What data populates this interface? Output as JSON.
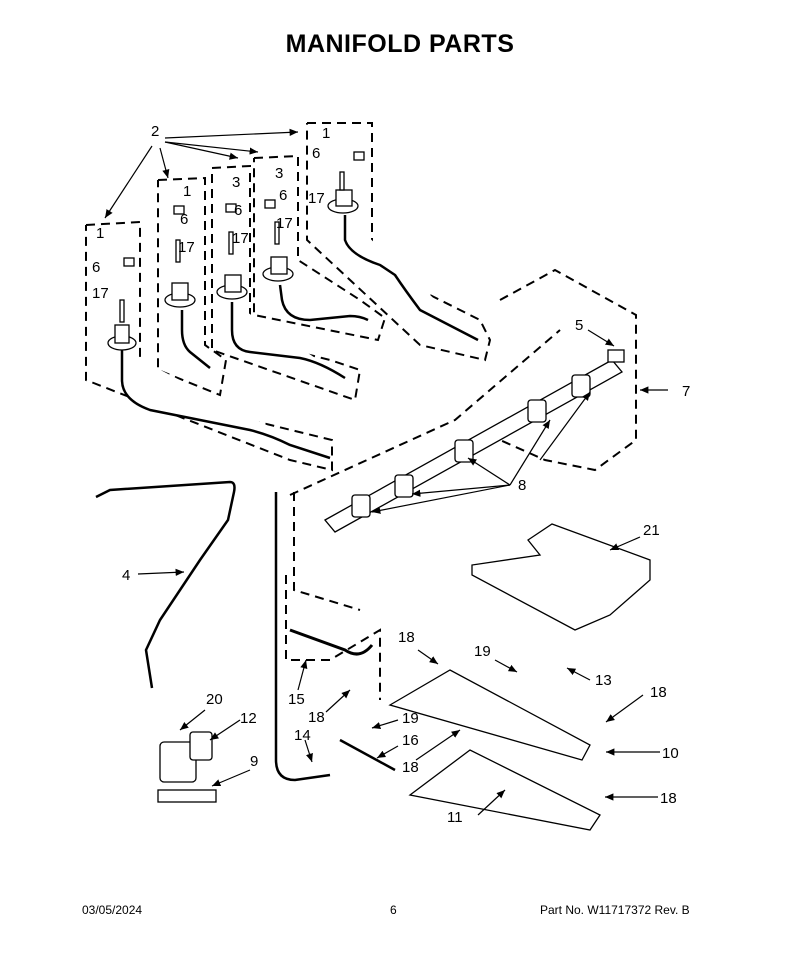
{
  "page": {
    "title": "MANIFOLD PARTS"
  },
  "footer": {
    "date": "03/05/2024",
    "page_number": "6",
    "part_number": "Part No.  W11717372  Rev.  B"
  },
  "callouts": [
    {
      "id": "c2",
      "label": "2"
    },
    {
      "id": "c1a",
      "label": "1"
    },
    {
      "id": "c6a",
      "label": "6"
    },
    {
      "id": "c17a",
      "label": "17"
    },
    {
      "id": "c1b",
      "label": "1"
    },
    {
      "id": "c6b",
      "label": "6"
    },
    {
      "id": "c17b",
      "label": "17"
    },
    {
      "id": "c3a",
      "label": "3"
    },
    {
      "id": "c6c",
      "label": "6"
    },
    {
      "id": "c17c",
      "label": "17"
    },
    {
      "id": "c3b",
      "label": "3"
    },
    {
      "id": "c6d",
      "label": "6"
    },
    {
      "id": "c17d",
      "label": "17"
    },
    {
      "id": "c1c",
      "label": "1"
    },
    {
      "id": "c6e",
      "label": "6"
    },
    {
      "id": "c17e",
      "label": "17"
    },
    {
      "id": "c5",
      "label": "5"
    },
    {
      "id": "c7",
      "label": "7"
    },
    {
      "id": "c8",
      "label": "8"
    },
    {
      "id": "c4",
      "label": "4"
    },
    {
      "id": "c21",
      "label": "21"
    },
    {
      "id": "c18a",
      "label": "18"
    },
    {
      "id": "c19a",
      "label": "19"
    },
    {
      "id": "c13",
      "label": "13"
    },
    {
      "id": "c15",
      "label": "15"
    },
    {
      "id": "c18b",
      "label": "18"
    },
    {
      "id": "c18c",
      "label": "18"
    },
    {
      "id": "c20",
      "label": "20"
    },
    {
      "id": "c12",
      "label": "12"
    },
    {
      "id": "c14",
      "label": "14"
    },
    {
      "id": "c19b",
      "label": "19"
    },
    {
      "id": "c16",
      "label": "16"
    },
    {
      "id": "c18d",
      "label": "18"
    },
    {
      "id": "c10",
      "label": "10"
    },
    {
      "id": "c9",
      "label": "9"
    },
    {
      "id": "c11",
      "label": "11"
    },
    {
      "id": "c18e",
      "label": "18"
    }
  ]
}
